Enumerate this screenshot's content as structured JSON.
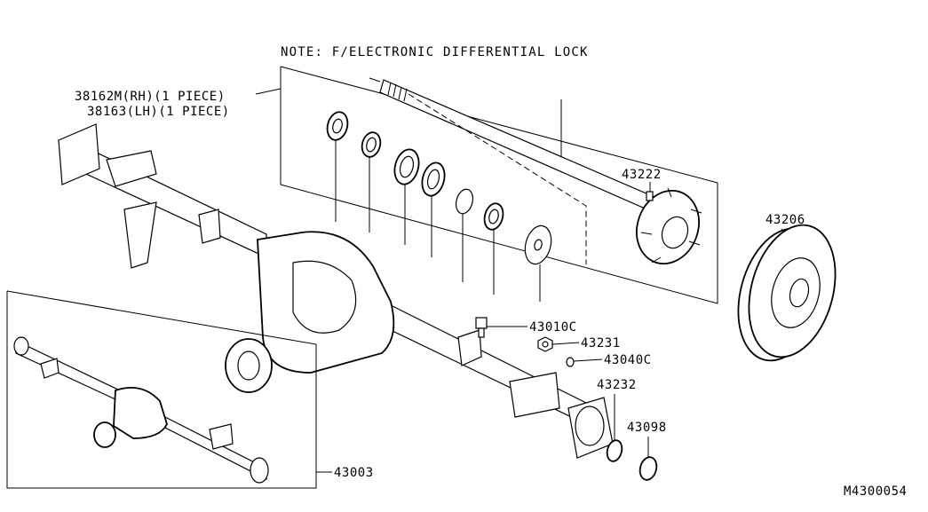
{
  "note": "NOTE: F/ELECTRONIC DIFFERENTIAL LOCK",
  "labels": {
    "rh": "38162M(RH)(1 PIECE)",
    "lh": "38163(LH)(1 PIECE)",
    "p43222": "43222",
    "p43206": "43206",
    "p43010c": "43010C",
    "p43231": "43231",
    "p43040c": "43040C",
    "p43232": "43232",
    "p43098": "43098",
    "p43003": "43003"
  },
  "diagram_code": "M4300054"
}
